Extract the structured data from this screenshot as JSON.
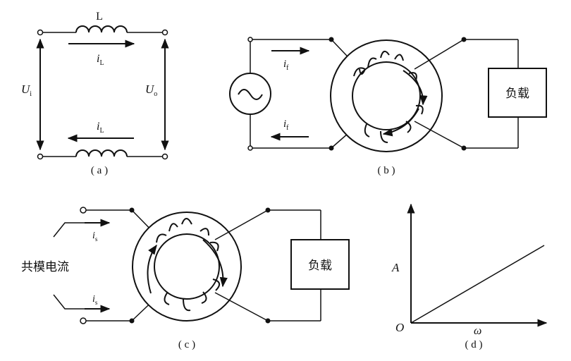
{
  "panels": {
    "a": {
      "caption": "( a )",
      "inductor_label": "L",
      "current_top": {
        "main": "i",
        "sub": "L"
      },
      "current_bottom": {
        "main": "i",
        "sub": "L"
      },
      "voltage_in": {
        "main": "U",
        "sub": "i"
      },
      "voltage_out": {
        "main": "U",
        "sub": "o"
      }
    },
    "b": {
      "caption": "( b )",
      "current_top": {
        "main": "i",
        "sub": "f"
      },
      "current_bottom": {
        "main": "i",
        "sub": "f"
      },
      "load_label": "负载"
    },
    "c": {
      "caption": "( c )",
      "common_mode_label": "共模电流",
      "current_top": {
        "main": "i",
        "sub": "s"
      },
      "current_bottom": {
        "main": "i",
        "sub": "s"
      },
      "load_label": "负载"
    },
    "d": {
      "caption": "( d )",
      "y_label": "A",
      "x_label": "ω",
      "origin_label": "O"
    }
  }
}
